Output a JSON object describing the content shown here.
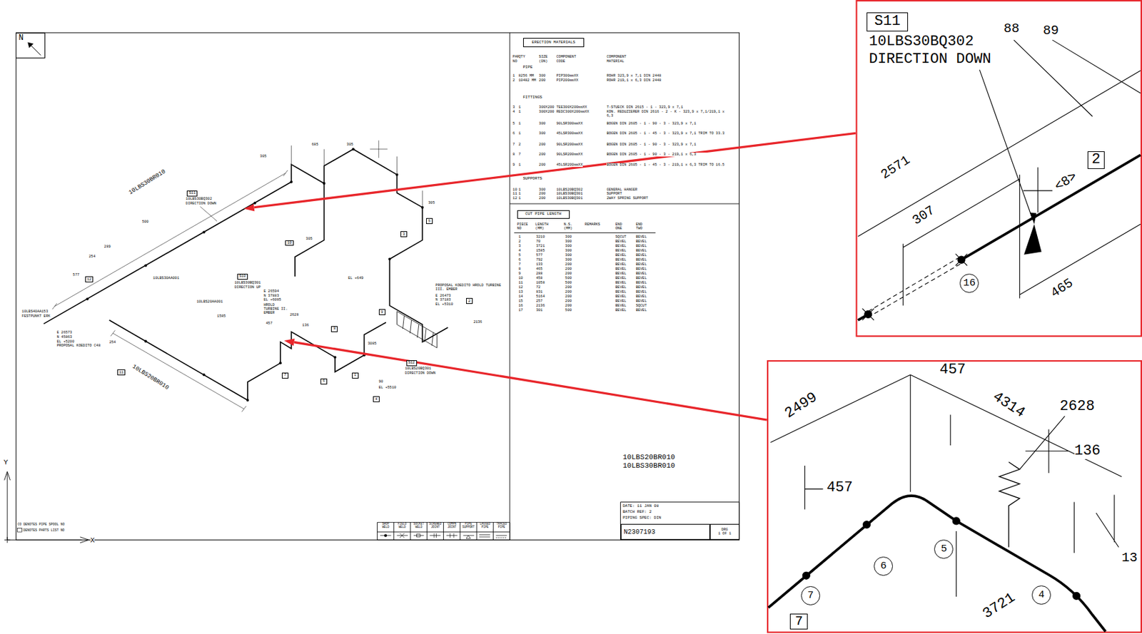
{
  "diagram": {
    "nodes": [
      {
        "text": [
          "N"
        ]
      },
      {
        "text": [
          "ERECTION MATERIALS"
        ]
      },
      {
        "text": [
          "CUT PIPE LENGTH"
        ]
      },
      {
        "text": [
          "N2307193"
        ]
      },
      {
        "text": [
          "DRG",
          "1 OF 1"
        ]
      },
      {
        "text": [
          "S11"
        ]
      },
      {
        "text": [
          "S10"
        ]
      },
      {
        "text": [
          "S12"
        ]
      },
      {
        "text": [
          "10"
        ]
      },
      {
        "text": [
          "3"
        ]
      },
      {
        "text": [
          "5"
        ]
      },
      {
        "text": [
          "8"
        ]
      },
      {
        "text": [
          "9"
        ]
      },
      {
        "text": [
          "7"
        ]
      },
      {
        "text": [
          "11"
        ]
      },
      {
        "text": [
          "12"
        ]
      },
      {
        "text": [
          "6"
        ]
      },
      {
        "text": [
          "4"
        ]
      },
      {
        "text": [
          "1"
        ]
      },
      {
        "text": [
          "2"
        ]
      },
      {
        "text": [
          "S11"
        ]
      },
      {
        "text": [
          "2"
        ]
      },
      {
        "text": [
          "7"
        ]
      },
      {
        "text": [
          "16"
        ]
      },
      {
        "text": [
          "7"
        ]
      },
      {
        "text": [
          "6"
        ]
      },
      {
        "text": [
          "5"
        ]
      },
      {
        "text": [
          "4"
        ]
      }
    ],
    "labels": [
      "10LBS30BR010",
      "10LBS20BR010",
      "10LBS30BQ302",
      "DIRECTION DOWN",
      "10LBS30BQ301",
      "DIRECTION UP",
      "10LBS20BQ301",
      "DIRECTION DOWN",
      "10LBS40AA153",
      "FESTPUNKT ERK",
      "E 26573",
      "N 45863",
      "EL +5200",
      "PROPOSAL KOEDITO C48",
      "E 26594",
      "N 37883",
      "EL +6085",
      "HROLD TURBINE II. EMBER",
      "PROPOSAL KOEDITO HROLD TURBINE III. EMBER",
      "E 26473",
      "N 37183",
      "EL +5310",
      "305",
      "685",
      "305",
      "305",
      "305",
      "500",
      "289",
      "254",
      "577",
      "254",
      "1585",
      "457",
      "2628",
      "136",
      "2136",
      "EL +649",
      "EL +5510",
      "3085",
      "90",
      "10LBS20AA001",
      "10LBS30AA001",
      "CO DENOTES PIPE SPOOL NO",
      "DENOTES PARTS LIST NO",
      "Y",
      "X",
      "PIPE",
      "FITTINGS",
      "SUPPORTS",
      "PART NO",
      "QTY",
      "SIZE (DN)",
      "COMPONENT CODE",
      "COMPONENT MATERIAL",
      "PIECE NO",
      "LENGTH (MM)",
      "N.S. (MM)",
      "REMARKS",
      "END ONE",
      "END TWO",
      "10LBS20BR010",
      "10LBS30BR010",
      "DATE: 11 JAN 08",
      "BATCH REF: 2",
      "PIPING SPEC: DIN",
      "10LBS30BQ302",
      "DIRECTION DOWN",
      "88",
      "89",
      "2571",
      "307",
      "465",
      "<8>",
      "2499",
      "457",
      "457",
      "4314",
      "2628",
      "136",
      "3721",
      "13",
      "1",
      "8256 MM",
      "300",
      "PIP300mmXX",
      "ROHR 323,9 x 7,1 DIN 2448",
      "2",
      "10482 MM",
      "200",
      "PIP200mmXX",
      "ROHR 219,1 x 6,3 DIN 2448",
      "3",
      "1",
      "300X200",
      "TEE300X200mmXX",
      "T-STUECK DIN 2615 - 1 - 323,9 x 7,1",
      "4",
      "1",
      "300X200",
      "REDC300X200mmXX",
      "KON. REDUZIERER DIN 2616 - 2 - K - 323,9 x 7,1/219,1 x 6,3",
      "5",
      "1",
      "300",
      "90LSR300mmXX",
      "BOGEN DIN 2605 - 1 - 90 - 3 - 323,9 x 7,1",
      "6",
      "1",
      "300",
      "45LSR300mmXX",
      "BOGEN DIN 2605 - 1 - 45 - 3 - 323,9 x 7,1 TRIM TO 33.3",
      "7",
      "2",
      "200",
      "90LSR200mmXX",
      "BOGEN DIN 2605 - 1 - 90 - 3 - 323,9 x 7,1",
      "8",
      "7",
      "200",
      "90LSR200mmXX",
      "BOGEN DIN 2605 - 1 - 90 - 3 - 219,1 x 6,3",
      "9",
      "1",
      "200",
      "45LSR200mmXX",
      "BOGEN DIN 2605 - 1 - 45 - 3 - 219,1 x 6,3 TRIM TO 16.5",
      "10",
      "1",
      "300",
      "10LBS20BQ302",
      "GENERAL HANGER",
      "11",
      "1",
      "200",
      "10LBS30BQ301",
      "SUPPORT",
      "12",
      "1",
      "200",
      "10LBS30BQ301",
      "2WAY SPRING SUPPORT",
      "1",
      "3210",
      "300",
      "SQCUT",
      "BEVEL",
      "2",
      "70",
      "300",
      "BEVEL",
      "BEVEL",
      "3",
      "3721",
      "300",
      "BEVEL",
      "BEVEL",
      "4",
      "1585",
      "300",
      "BEVEL",
      "BEVEL",
      "5",
      "577",
      "300",
      "BEVEL",
      "BEVEL",
      "6",
      "792",
      "300",
      "BEVEL",
      "BEVEL",
      "7",
      "133",
      "200",
      "BEVEL",
      "BEVEL",
      "8",
      "465",
      "200",
      "BEVEL",
      "BEVEL",
      "9",
      "288",
      "200",
      "BEVEL",
      "BEVEL",
      "10",
      "458",
      "500",
      "BEVEL",
      "BEVEL",
      "11",
      "1058",
      "500",
      "BEVEL",
      "BEVEL",
      "12",
      "72",
      "200",
      "BEVEL",
      "BEVEL",
      "13",
      "831",
      "200",
      "BEVEL",
      "BEVEL",
      "14",
      "5164",
      "200",
      "BEVEL",
      "BEVEL",
      "15",
      "257",
      "200",
      "BEVEL",
      "BEVEL",
      "16",
      "2136",
      "200",
      "BEVEL",
      "SQCUT",
      "17",
      "301",
      "500",
      "BEVEL",
      "BEVEL"
    ],
    "legend": [
      {
        "text": "SHOP WELD"
      },
      {
        "text": "FIELD WELD"
      },
      {
        "text": "SOCKET WELD"
      },
      {
        "text": "SCREWED JOINT"
      },
      {
        "text": "COMPN JOINT"
      },
      {
        "text": "PIPE SUPPORT"
      },
      {
        "text": "LAGGED PIPE"
      },
      {
        "text": "TRACED PIPE"
      }
    ]
  }
}
